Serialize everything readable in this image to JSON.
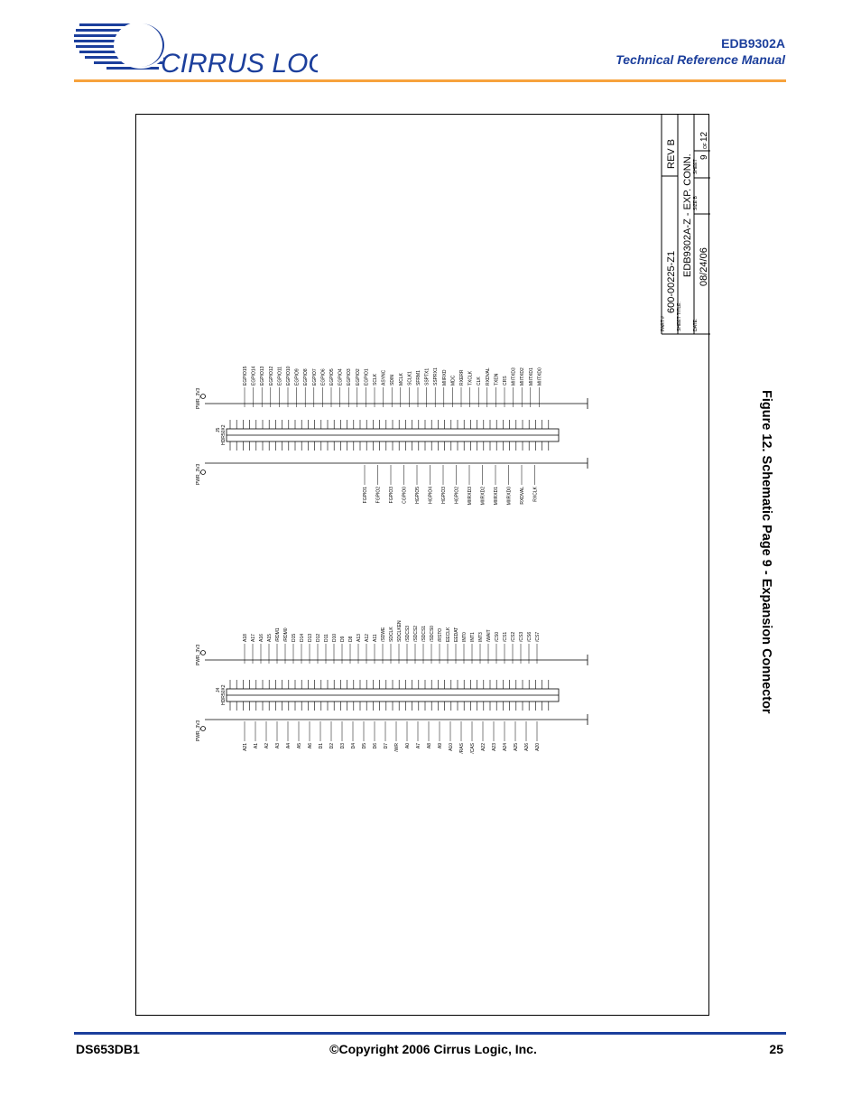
{
  "header": {
    "logo_text": "CIRRUS LOGIC",
    "doc_id": "EDB9302A",
    "manual_title": "Technical Reference Manual"
  },
  "colors": {
    "brand_blue": "#1c3f9c",
    "header_rule": "#f7a23c",
    "footer_rule": "#1c3f9c"
  },
  "title_block": {
    "part_label": "PART #",
    "part_number": "600-00225-Z1",
    "rev": "REV B",
    "sheet_title_label": "SHEET TITLE:",
    "sheet_title": "EDB9302A-Z - EXP. CONN.",
    "date_label": "DATE:",
    "date": "08/24/06",
    "size": "SIZE B",
    "sheet_label": "SHEET",
    "sheet_num": "9",
    "of": "OF",
    "sheet_total": "12"
  },
  "connectors": {
    "j5_ref": "J5",
    "j5_part": "HDR50X2",
    "j4_ref": "J4",
    "j4_part": "HDR50X2",
    "power": "PWR_3V3"
  },
  "j5_signals_top": [
    "EGPIO15",
    "EGPIO14",
    "EGPIO13",
    "EGPIO12",
    "EGPIO11",
    "EGPIO10",
    "EGPIO9",
    "EGPIO8",
    "EGPIO7",
    "EGPIO6",
    "EGPIO5",
    "EGPIO4",
    "EGPIO3",
    "EGPIO2",
    "EGPIO1",
    "SCLK",
    "ASYNC",
    "SDIN",
    "MCLK",
    "SCLK1",
    "SFRM1",
    "SSPTX1",
    "SSPRX1",
    "MIIRXD",
    "MDC",
    "RXERR",
    "TXCLK",
    "CLK",
    "RXDVAL",
    "TXEN",
    "CRS",
    "MIITXD3",
    "MIITXD2",
    "MIITXD1",
    "MIITXD0"
  ],
  "j5_signals_bottom": [
    "FGPIO1",
    "FGPIO2",
    "FGPIO3",
    "CGPIO0",
    "HGPIO5",
    "HGPIO4",
    "HGPIO3",
    "HGPIO2",
    "MIIRXD3",
    "MIIRXD2",
    "MIIRXD1",
    "MIIRXD0",
    "RXDVAL",
    "RXCLK"
  ],
  "j4_signals_top": [
    "A18",
    "A17",
    "A16",
    "A15",
    "/RDM1",
    "/RDM0",
    "D15",
    "D14",
    "D13",
    "D12",
    "D11",
    "D10",
    "D9",
    "D8",
    "A13",
    "A12",
    "A11",
    "/SDWE",
    "SDCLK",
    "SDCLKEN",
    "/SDCS3",
    "/SDCS2",
    "/SDCS1",
    "/SDCS0",
    "/RSTO",
    "EECLK",
    "EEDAT",
    "INT0",
    "INT1",
    "INT3",
    "/WAIT",
    "/CS0",
    "/CS1",
    "/CS2",
    "/CS3",
    "/CS6",
    "/CS7"
  ],
  "j4_signals_bottom": [
    "A21",
    "A1",
    "A2",
    "A3",
    "A4",
    "A5",
    "A6",
    "D1",
    "D2",
    "D3",
    "D4",
    "D5",
    "D6",
    "D7",
    "/WR",
    "A0",
    "A7",
    "A8",
    "A9",
    "A10",
    "/RAS",
    "/CAS",
    "A22",
    "A23",
    "A24",
    "A25",
    "A26",
    "A20"
  ],
  "caption": "Figure 12. Schematic Page 9 - Expansion Connector",
  "footer": {
    "doc_number": "DS653DB1",
    "copyright": "©Copyright 2006 Cirrus Logic, Inc.",
    "page": "25"
  }
}
